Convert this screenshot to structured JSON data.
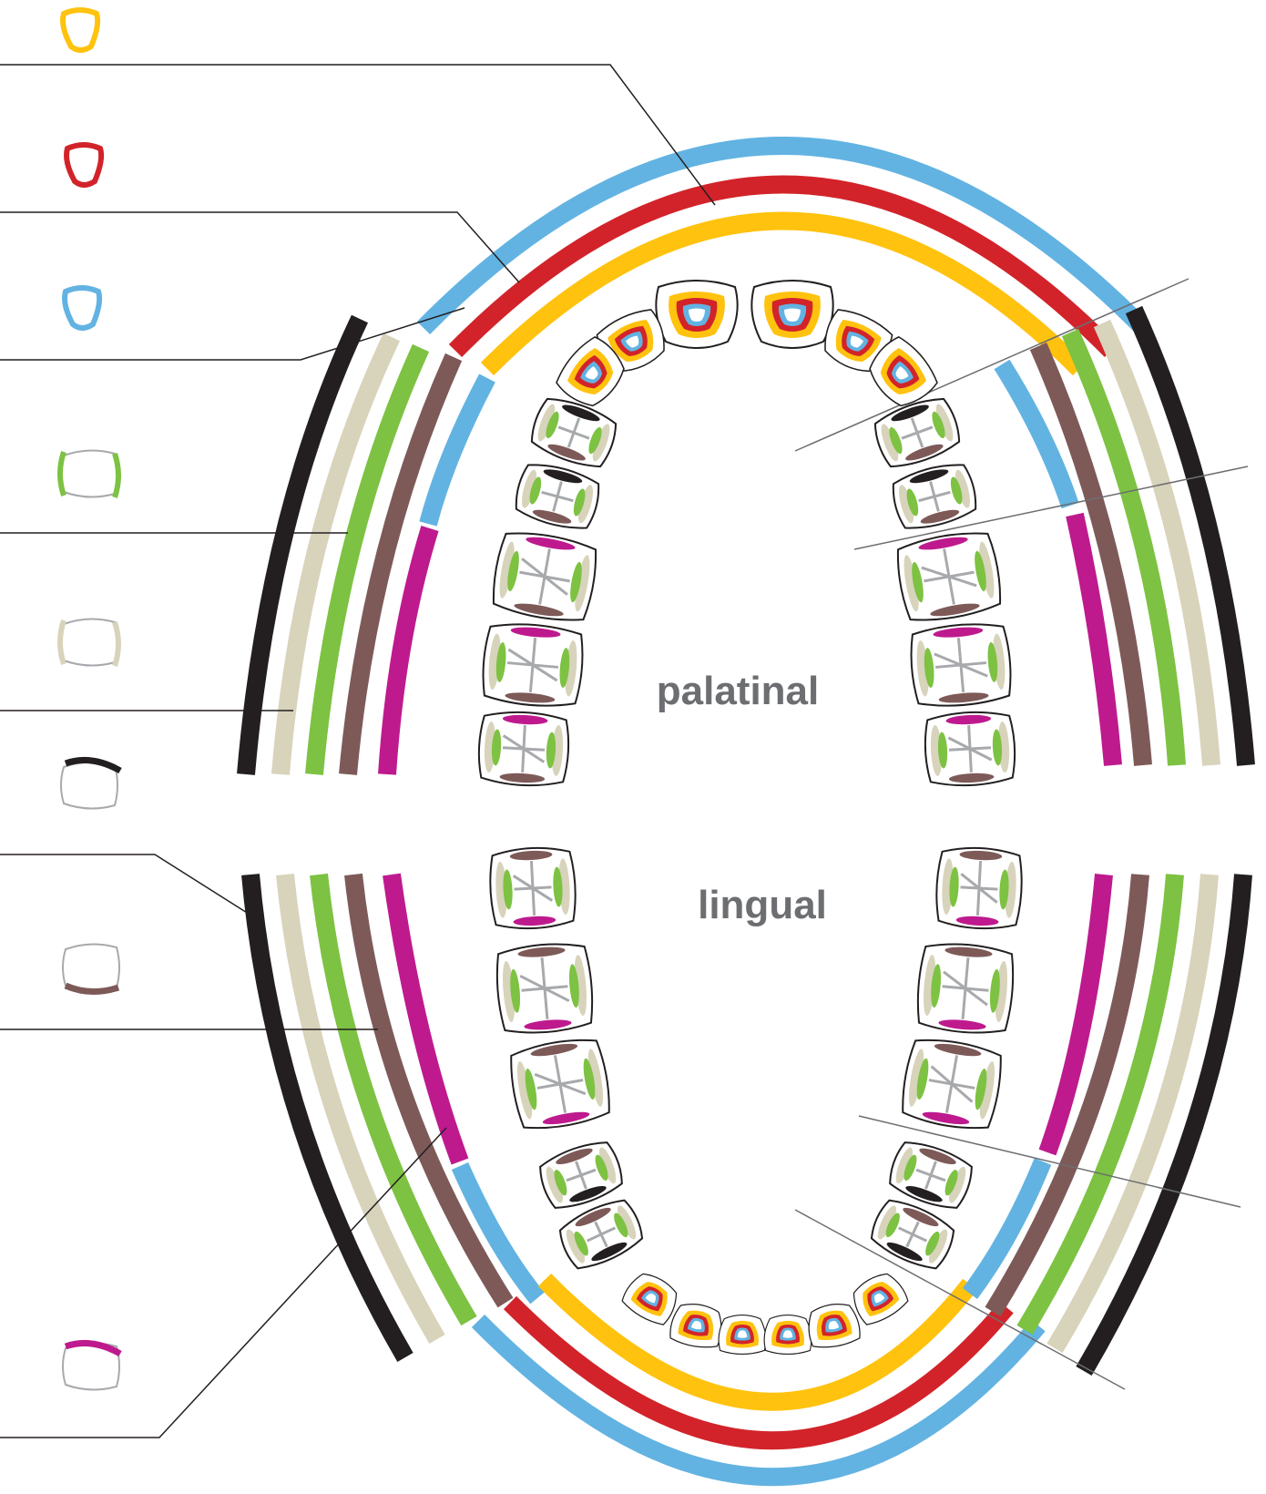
{
  "labels": {
    "upper": "palatinal",
    "lower": "lingual"
  },
  "colors": {
    "incisal": "#FFC20E",
    "red_surface": "#D2232A",
    "blue_surface": "#62B3E2",
    "proximal_green": "#7DC242",
    "proximal_beige": "#D8D3BB",
    "occlusal_black": "#231F20",
    "brown_surface": "#7D5A58",
    "magenta_surface": "#BE1A8E",
    "tooth_outline": "#231F20",
    "fissure_grey": "#A7A9AC",
    "label_grey": "#6D6E71",
    "leader_line": "#231F20",
    "leader_line_light": "#6D6E71"
  },
  "legend": [
    {
      "id": "legend-yellow",
      "color": "incisal",
      "icon": "incisal-outline-icon"
    },
    {
      "id": "legend-red",
      "color": "red_surface",
      "icon": "red-outline-icon"
    },
    {
      "id": "legend-blue",
      "color": "blue_surface",
      "icon": "blue-outline-icon"
    },
    {
      "id": "legend-green",
      "color": "proximal_green",
      "icon": "green-sides-icon"
    },
    {
      "id": "legend-beige",
      "color": "proximal_beige",
      "icon": "beige-sides-icon"
    },
    {
      "id": "legend-black",
      "color": "occlusal_black",
      "icon": "black-top-icon"
    },
    {
      "id": "legend-brown",
      "color": "brown_surface",
      "icon": "brown-bottom-icon"
    },
    {
      "id": "legend-magenta",
      "color": "magenta_surface",
      "icon": "magenta-top-icon"
    }
  ]
}
